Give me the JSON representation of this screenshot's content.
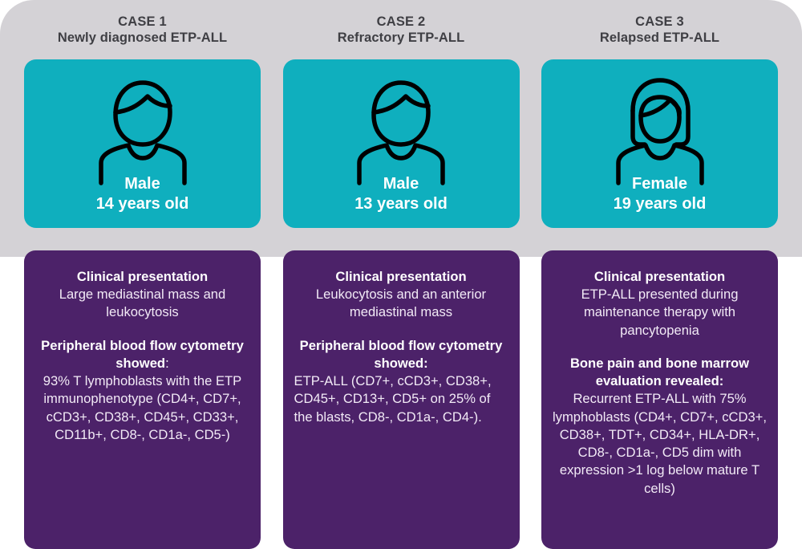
{
  "theme": {
    "backdrop_color": "#d4d2d6",
    "card_color": "#0FAFBE",
    "panel_color": "#4C2269",
    "header_text_color": "#3f3f44",
    "card_text_color": "#ffffff"
  },
  "cases": [
    {
      "case_number": "CASE 1",
      "case_subtitle": "Newly diagnosed ETP-ALL",
      "icon": "male-person-icon",
      "sex": "Male",
      "age": "14 years old",
      "clinical_heading": "Clinical presentation",
      "clinical_text": "Large mediastinal mass and leukocytosis",
      "findings_heading": "Peripheral blood flow cytometry showed",
      "findings_heading_colon": ":",
      "findings_text": "93% T lymphoblasts with the ETP immunophenotype (CD4+, CD7+, cCD3+, CD38+, CD45+, CD33+, CD11b+, CD8-, CD1a-, CD5-)",
      "body_align": "center"
    },
    {
      "case_number": "CASE 2",
      "case_subtitle": "Refractory ETP-ALL",
      "icon": "male-person-icon",
      "sex": "Male",
      "age": "13 years old",
      "clinical_heading": "Clinical presentation",
      "clinical_text": "Leukocytosis and an anterior mediastinal mass",
      "findings_heading": "Peripheral blood flow cytometry showed:",
      "findings_heading_colon": "",
      "findings_text": "ETP-ALL (CD7+, cCD3+, CD38+, CD45+, CD13+, CD5+ on 25% of the blasts, CD8-, CD1a-, CD4-).",
      "body_align": "left"
    },
    {
      "case_number": "CASE 3",
      "case_subtitle": "Relapsed ETP-ALL",
      "icon": "female-person-icon",
      "sex": "Female",
      "age": "19 years old",
      "clinical_heading": "Clinical presentation",
      "clinical_text": "ETP-ALL presented during maintenance therapy with pancytopenia",
      "findings_heading": "Bone pain and bone marrow evaluation revealed:",
      "findings_heading_colon": "",
      "findings_text": "Recurrent ETP-ALL with 75% lymphoblasts (CD4+, CD7+, cCD3+, CD38+, TDT+, CD34+, HLA-DR+, CD8-, CD1a-, CD5 dim with expression >1 log below mature T cells)",
      "body_align": "center"
    }
  ]
}
